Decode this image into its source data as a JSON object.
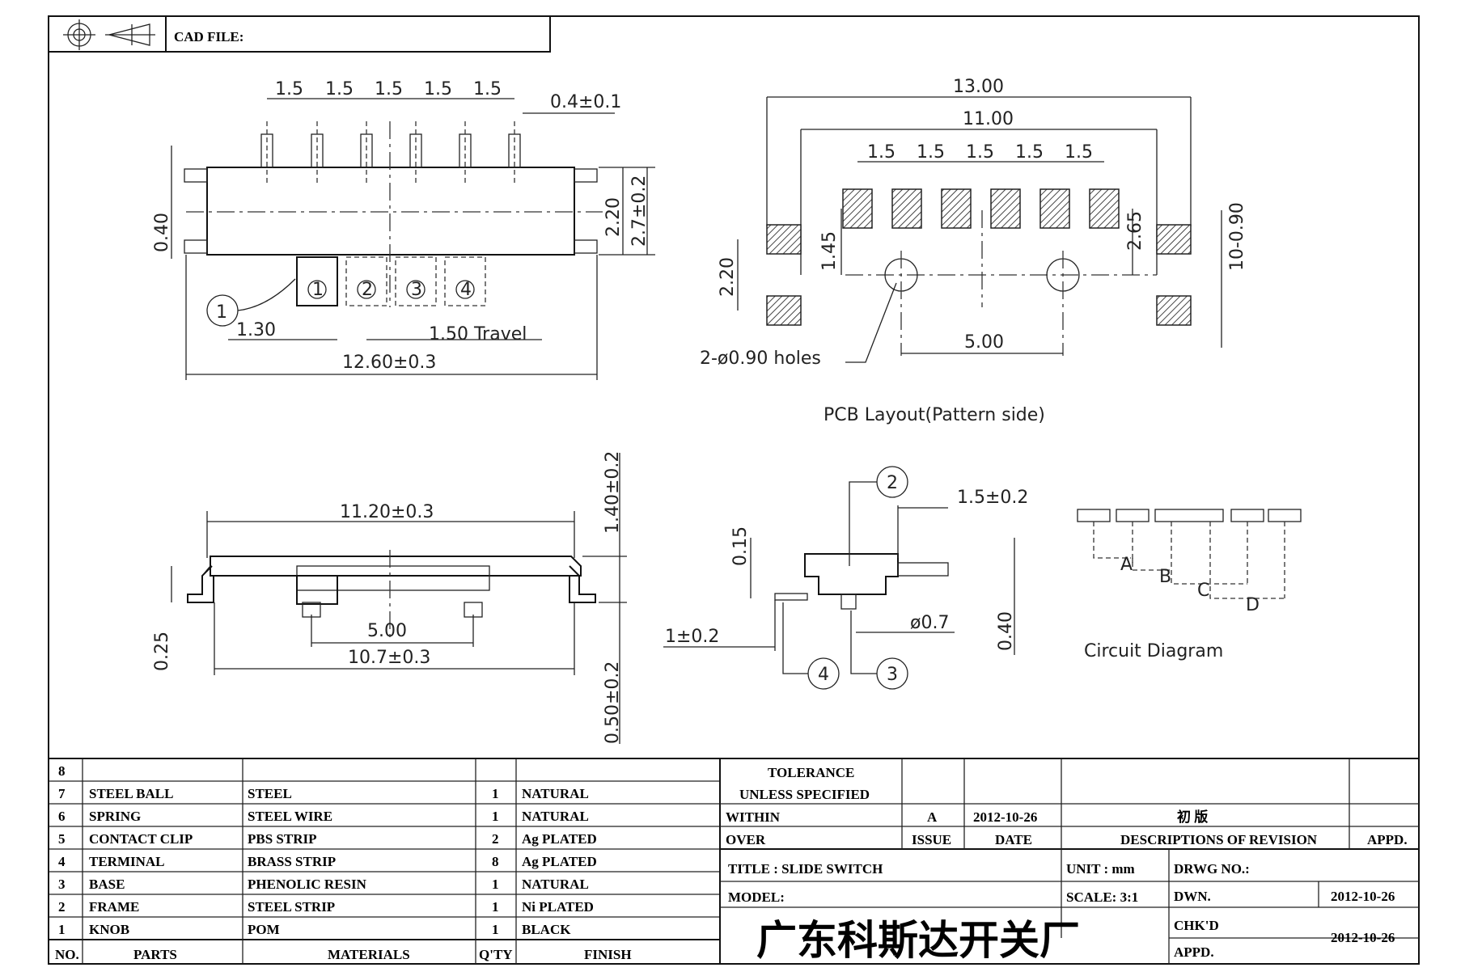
{
  "header": {
    "cad_file_label": "CAD FILE:"
  },
  "top_view": {
    "pitch_labels": [
      "1.5",
      "1.5",
      "1.5",
      "1.5",
      "1.5"
    ],
    "pin_width": "0.4±0.1",
    "left_height": "0.40",
    "body_height": "2.20",
    "overall_height": "2.7±0.2",
    "offset": "1.30",
    "travel": "1.50  Travel",
    "overall_length": "12.60±0.3",
    "balloons": [
      "1",
      "1",
      "2",
      "3",
      "4"
    ]
  },
  "pcb_layout": {
    "overall_width": "13.00",
    "pad_span": "11.00",
    "pitch_labels": [
      "1.5",
      "1.5",
      "1.5",
      "1.5",
      "1.5"
    ],
    "pad_to_hole": "1.45",
    "pad_to_row": "2.65",
    "side_pad_pitch": "2.20",
    "side_pad_width": "10-0.90",
    "hole_spacing": "5.00",
    "holes": "2-ø0.90  holes",
    "caption": "PCB  Layout(Pattern  side)"
  },
  "front_view": {
    "body_length": "11.20±0.3",
    "height_top": "1.40±0.2",
    "peg_spacing": "5.00",
    "terminal_span": "10.7±0.3",
    "foot_thickness": "0.25",
    "peg_length": "0.50±0.2"
  },
  "side_view": {
    "knob_length": "1.5±0.2",
    "top_gap": "0.15",
    "foot": "1±0.2",
    "peg_dia": "ø0.7",
    "height": "0.40",
    "balloons": [
      "2",
      "3",
      "4"
    ]
  },
  "circuit": {
    "labels": [
      "A",
      "B",
      "C",
      "D"
    ],
    "caption": "Circuit  Diagram"
  },
  "bom": {
    "rows": [
      {
        "no": "8",
        "part": "",
        "material": "",
        "qty": "",
        "finish": ""
      },
      {
        "no": "7",
        "part": "STEEL BALL",
        "material": "STEEL",
        "qty": "1",
        "finish": "NATURAL"
      },
      {
        "no": "6",
        "part": "SPRING",
        "material": "STEEL WIRE",
        "qty": "1",
        "finish": "NATURAL"
      },
      {
        "no": "5",
        "part": "CONTACT CLIP",
        "material": "PBS STRIP",
        "qty": "2",
        "finish": "Ag PLATED"
      },
      {
        "no": "4",
        "part": "TERMINAL",
        "material": "BRASS STRIP",
        "qty": "8",
        "finish": "Ag PLATED"
      },
      {
        "no": "3",
        "part": "BASE",
        "material": "PHENOLIC RESIN",
        "qty": "1",
        "finish": "NATURAL"
      },
      {
        "no": "2",
        "part": "FRAME",
        "material": "STEEL STRIP",
        "qty": "1",
        "finish": "Ni PLATED"
      },
      {
        "no": "1",
        "part": "KNOB",
        "material": "POM",
        "qty": "1",
        "finish": "BLACK"
      }
    ],
    "headers": {
      "no": "NO.",
      "parts": "PARTS",
      "materials": "MATERIALS",
      "qty": "Q'TY",
      "finish": "FINISH"
    }
  },
  "title_block": {
    "tolerance": "TOLERANCE",
    "unless": "UNLESS   SPECIFIED",
    "within": "WITHIN",
    "over": "OVER",
    "issue_value": "A",
    "date_value": "2012-10-26",
    "revision_desc": "初  版",
    "issue_label": "ISSUE",
    "date_label": "DATE",
    "desc_label": "DESCRIPTIONS  OF  REVISION",
    "appd_label": "APPD.",
    "title": "TITLE :  SLIDE  SWITCH",
    "unit": "UNIT :   mm",
    "drwg_no": "DRWG  NO.:",
    "model": "MODEL:",
    "scale": "SCALE:  3:1",
    "dwn": "DWN.",
    "dwn_date": "2012-10-26",
    "chkd": "CHK'D",
    "chk_date": "2012-10-26",
    "appd": "APPD.",
    "company": "广东科斯达开关厂"
  }
}
